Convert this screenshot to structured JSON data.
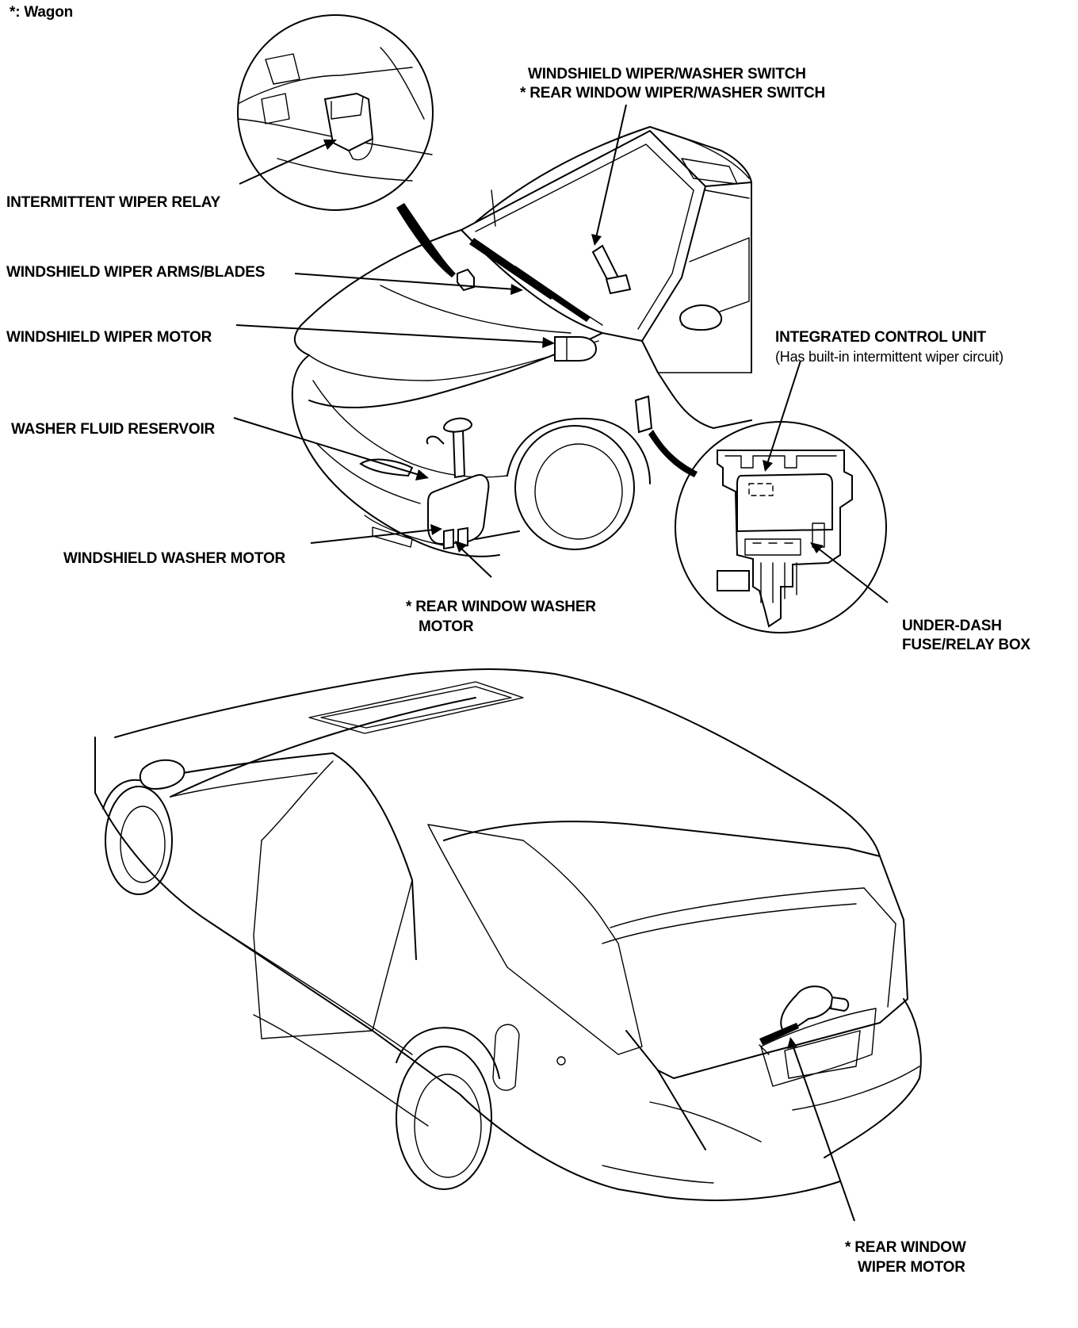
{
  "note": "*: Wagon",
  "labels": {
    "switch_line1": "WINDSHIELD WIPER/WASHER SWITCH",
    "switch_line2": "* REAR WINDOW WIPER/WASHER SWITCH",
    "relay": "INTERMITTENT WIPER RELAY",
    "arms": "WINDSHIELD WIPER ARMS/BLADES",
    "wiper_motor": "WINDSHIELD WIPER MOTOR",
    "icu_line1": "INTEGRATED CONTROL UNIT",
    "icu_line2": "(Has built-in intermittent wiper circuit)",
    "reservoir": "WASHER FLUID RESERVOIR",
    "washer_motor": "WINDSHIELD WASHER MOTOR",
    "rear_washer_line1": "* REAR WINDOW WASHER",
    "rear_washer_line2": "MOTOR",
    "fuse_line1": "UNDER-DASH",
    "fuse_line2": "FUSE/RELAY BOX",
    "rear_wiper_line1": "* REAR WINDOW",
    "rear_wiper_line2": "WIPER MOTOR"
  }
}
